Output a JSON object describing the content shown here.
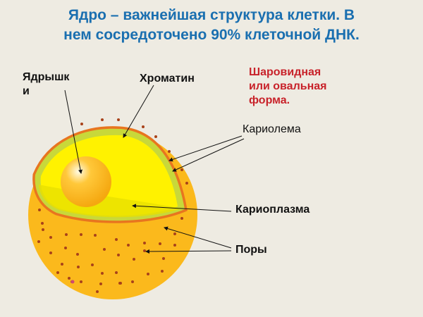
{
  "title": {
    "line1": "Ядро – важнейшая структура клетки. В",
    "line2": "нем сосредоточено 90% клеточной ДНК."
  },
  "labels": {
    "nucleolus_line1": "Ядрышк",
    "nucleolus_line2": "и",
    "chromatin": "Хроматин",
    "karyolemma": "Кариолема",
    "karyoplasm": "Кариоплазма",
    "pores": "Поры"
  },
  "note": {
    "line1": "Шаровидная",
    "line2": "или овальная",
    "line3": "форма."
  },
  "colors": {
    "background": "#eeebe2",
    "title": "#1a6fb0",
    "note": "#c8222a",
    "outer_sphere": "#fbb91c",
    "membrane": "#e8751f",
    "interior": "#fff200",
    "chromatin": "#c8d83a",
    "nucleolus": "#ffb31a"
  }
}
